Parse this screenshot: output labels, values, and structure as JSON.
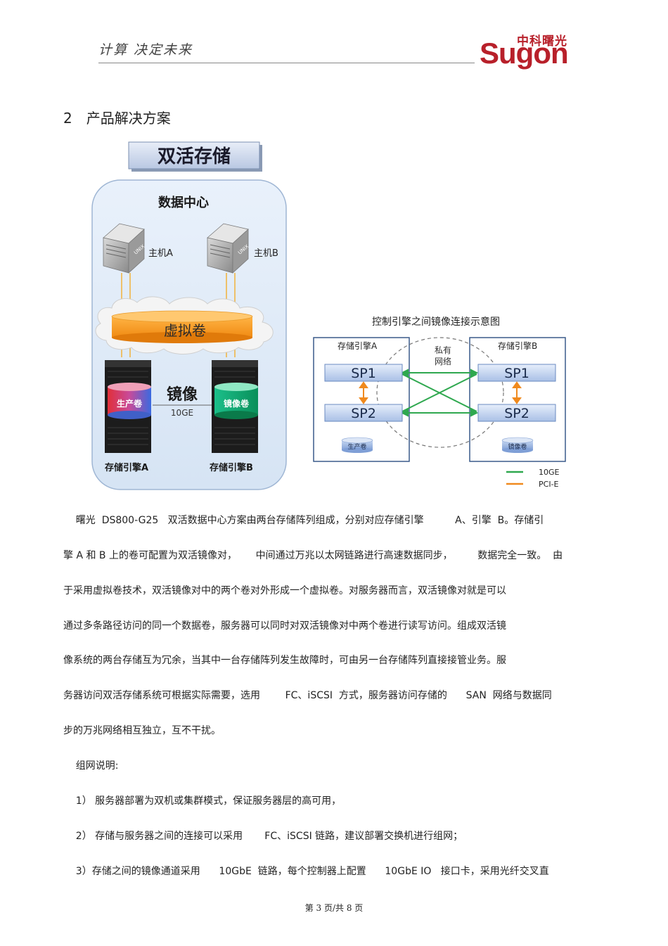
{
  "header": {
    "slogan": "计算 决定未来",
    "logo_cn": "中科曙光",
    "logo_en": "Sugon"
  },
  "section": {
    "number": "2",
    "title": "产品解决方案"
  },
  "diagram_left": {
    "banner": "双活存储",
    "container_title": "数据中心",
    "host_a": "主机A",
    "host_b": "主机B",
    "unix": "UNIX",
    "virtual_volume": "虚拟卷",
    "mirror": "镜像",
    "link": "10GE",
    "prod_volume": "生产卷",
    "mirror_volume": "镜像卷",
    "engine_a": "存储引擎A",
    "engine_b": "存储引擎B"
  },
  "diagram_right": {
    "title": "控制引擎之间镜像连接示意图",
    "engine_a": "存储引擎A",
    "engine_b": "存储引擎B",
    "private_net": "私有",
    "private_net2": "网络",
    "sp1": "SP1",
    "sp2": "SP2",
    "prod_volume": "生产卷",
    "mirror_volume": "镜像卷",
    "legend": [
      {
        "label": "10GE",
        "color": "#2fa84f"
      },
      {
        "label": "PCI-E",
        "color": "#f08a1e"
      }
    ]
  },
  "body_lines": [
    "    曙光  DS800-G25   双活数据中心方案由两台存储阵列组成，分别对应存储引擎          A、引擎  B。存储引",
    "擎 A 和 B 上的卷可配置为双活镜像对，      中间通过万兆以太网链路进行高速数据同步，        数据完全一致。  由",
    "于采用虚拟卷技术，双活镜像对中的两个卷对外形成一个虚拟卷。对服务器而言，双活镜像对就是可以",
    "通过多条路径访问的同一个数据卷，服务器可以同时对双活镜像对中两个卷进行读写访问。组成双活镜",
    "像系统的两台存储互为冗余，当其中一台存储阵列发生故障时，可由另一台存储阵列直接接管业务。服",
    "务器访问双活存储系统可根据实际需要，选用        FC、iSCSI  方式，服务器访问存储的      SAN  网络与数据同",
    "步的万兆网络相互独立，互不干扰。",
    "    组网说明:",
    "    1） 服务器部署为双机或集群模式，保证服务器层的高可用，",
    "    2） 存储与服务器之间的连接可以采用       FC、iSCSI 链路，建议部署交换机进行组网；",
    "    3）存储之间的镜像通道采用      10GbE  链路，每个控制器上配置      10GbE IO   接口卡，采用光纤交叉直"
  ],
  "footer": "第 3 页/共 8 页"
}
